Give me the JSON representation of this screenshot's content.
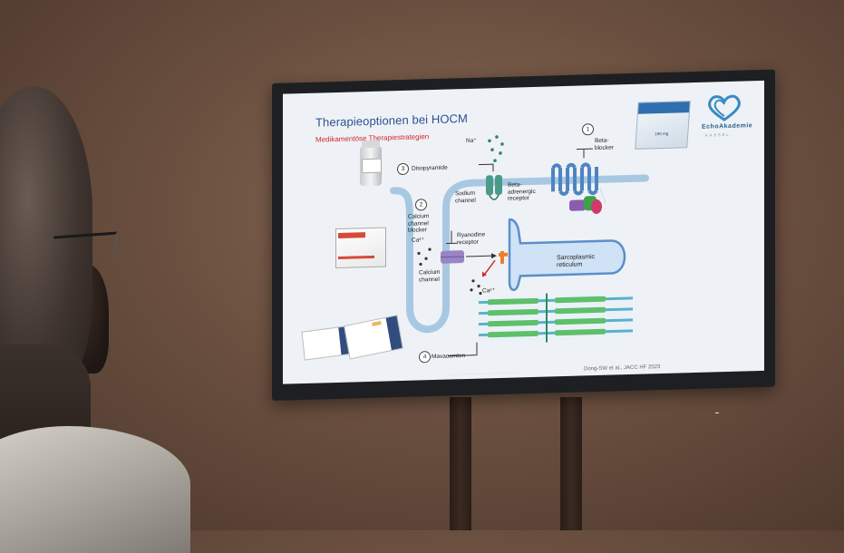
{
  "slide": {
    "title": "Therapieoptionen bei HOCM",
    "subtitle": "Medikamentöse Therapiestrategien",
    "labels": {
      "sodium": "Na⁺",
      "disopyramide_num": "3",
      "disopyramide": "Disopyramide",
      "sodium_channel": "Sodium\nchannel",
      "beta_receptor": "Beta-\nadrenergic\nreceptor",
      "beta_blocker_num": "1",
      "beta_blocker": "Beta-\nblocker",
      "ccb_num": "2",
      "ccb": "Calcium\nchannel\nblocker",
      "calcium_ion_1": "Ca²⁺",
      "ryanodine": "Ryanodine\nreceptor",
      "calcium_channel": "Calcium\nchannel",
      "sr": "Sarcoplasmic\nreticulum",
      "calcium_ion_2": "Ca²⁺",
      "mavacamten_num": "4",
      "mavacamten": "Mavacamten"
    },
    "logo": {
      "name": "EchoAkademie",
      "city": "KASSEL"
    },
    "pack_label": "190 mg",
    "citation": "Dong-SW et al., JACC HF 2023",
    "colors": {
      "title": "#2b4f8f",
      "subtitle": "#d2242e",
      "membrane": "#a8c8e2",
      "receptor": "#5b8fc9"
    }
  }
}
